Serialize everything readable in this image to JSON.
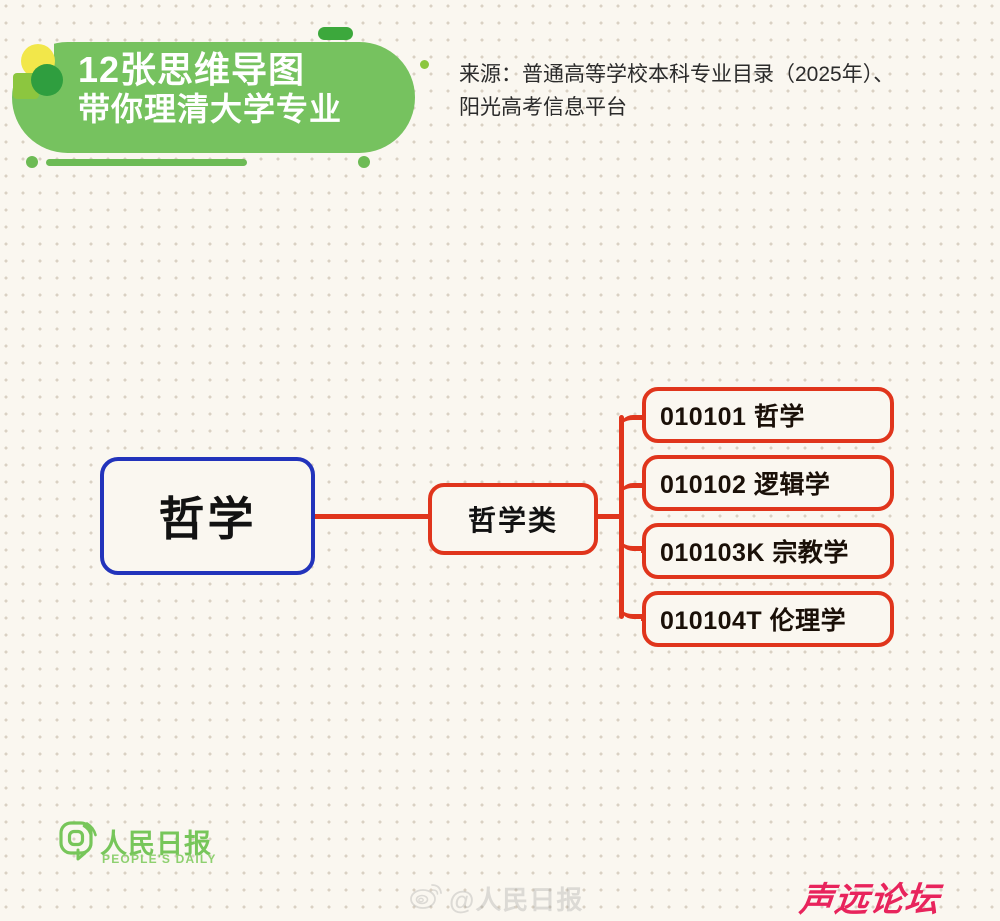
{
  "banner": {
    "line1": "12张思维导图",
    "line2": "带你理清大学专业",
    "bg_color": "#76c25f",
    "accent_dark_green": "#2f9e3f",
    "accent_yellow": "#f2e74a",
    "accent_light_green": "#8cc63f"
  },
  "source": {
    "line1": "来源：普通高等学校本科专业目录（2025年）、",
    "line2": "阳光高考信息平台"
  },
  "mindmap": {
    "root": {
      "label": "哲学",
      "border_color": "#2233bb"
    },
    "category": {
      "label": "哲学类",
      "border_color": "#e0351c"
    },
    "leaves": [
      {
        "code": "010101",
        "name": "哲学",
        "label": "010101 哲学"
      },
      {
        "code": "010102",
        "name": "逻辑学",
        "label": "010102 逻辑学"
      },
      {
        "code": "010103K",
        "name": "宗教学",
        "label": "010103K 宗教学"
      },
      {
        "code": "010104T",
        "name": "伦理学",
        "label": "010104T 伦理学"
      }
    ],
    "connector_color": "#e0351c"
  },
  "footer": {
    "peoples_daily_cn": "人民日报",
    "peoples_daily_en": "PEOPLE'S DAILY",
    "weibo_handle": "@人民日报",
    "brand": "声远论坛",
    "brand_color": "#e8245c",
    "logo_color": "#77c65a"
  }
}
